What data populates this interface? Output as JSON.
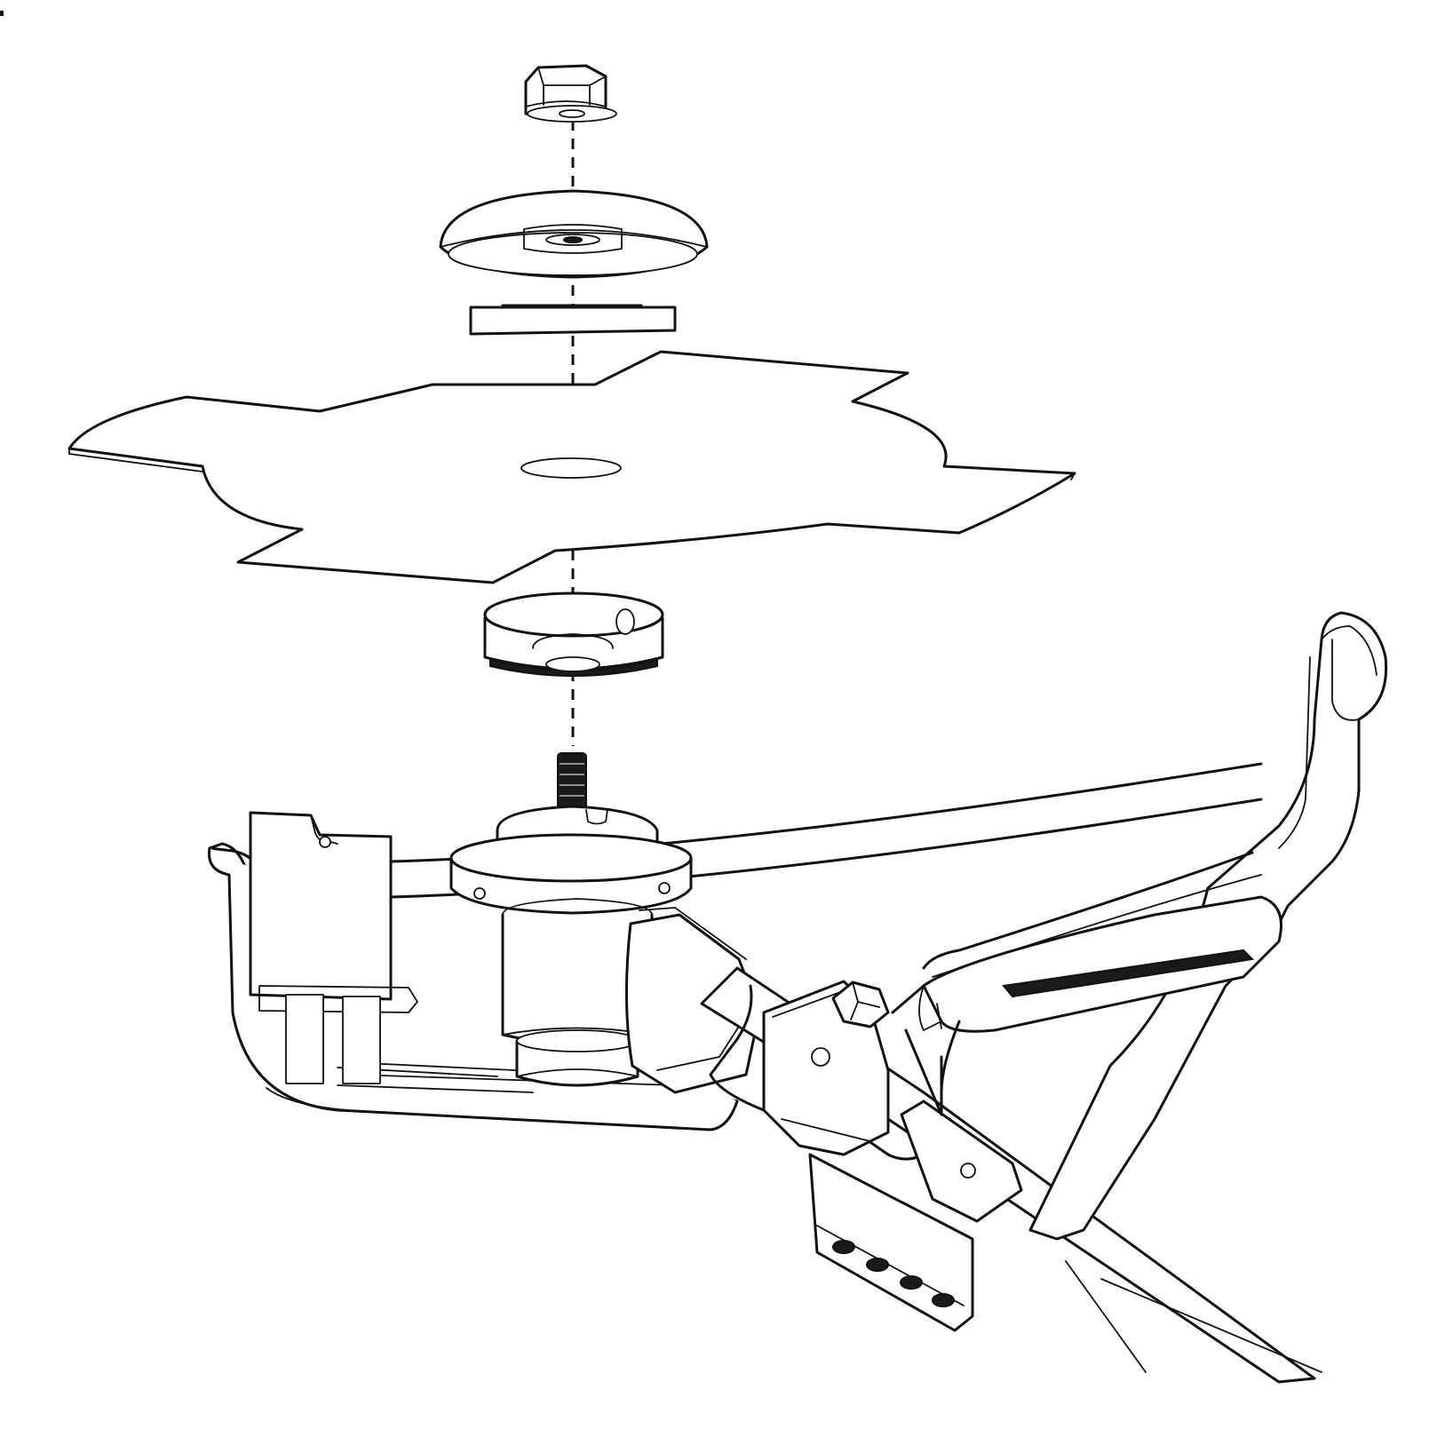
{
  "diagram": {
    "type": "exploded assembly drawing",
    "components": [
      "blade-nut",
      "protective-cup",
      "thrust-washer",
      "four-tooth-blade",
      "lower-flange",
      "threaded-shaft",
      "gear-head",
      "guard",
      "shaft-tube",
      "handle",
      "mounting-clamp"
    ],
    "colors": {
      "ink": "#111111",
      "paper": "#ffffff"
    }
  }
}
